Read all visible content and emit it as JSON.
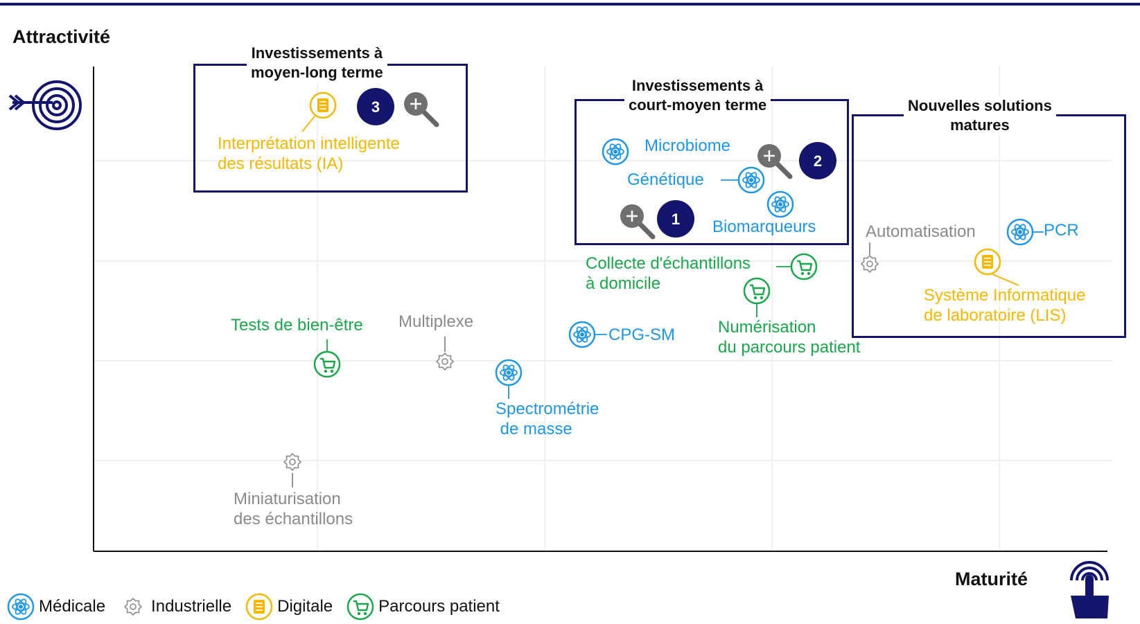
{
  "chart_data": {
    "type": "scatter",
    "y_axis_title": "Attractivité",
    "x_axis_title": "Maturité",
    "grid": true,
    "categories_colors": {
      "medicale": "#1e96e6",
      "industrielle": "#8a8a8a",
      "digitale": "#f5b800",
      "parcours": "#1aa64a"
    },
    "zones": [
      {
        "title": "Investissements à moyen-long terme",
        "title_lines": [
          "Investissements à",
          "moyen-long terme"
        ],
        "badge": "3"
      },
      {
        "title": "Investissements à court-moyen terme",
        "title_lines": [
          "Investissements à",
          "court-moyen terme"
        ],
        "badge": "2"
      },
      {
        "title": "Nouvelles solutions matures",
        "title_lines": [
          "Nouvelles solutions",
          "matures"
        ]
      }
    ],
    "extra_badges": [
      "1"
    ],
    "points": [
      {
        "lines": [
          "Interprétation intelligente",
          "des résultats (IA)"
        ],
        "category": "digitale"
      },
      {
        "lines": [
          "Microbiome"
        ],
        "category": "medicale"
      },
      {
        "lines": [
          "Génétique"
        ],
        "category": "medicale"
      },
      {
        "lines": [
          "Biomarqueurs"
        ],
        "category": "medicale"
      },
      {
        "lines": [
          "Automatisation"
        ],
        "category": "industrielle"
      },
      {
        "lines": [
          "PCR"
        ],
        "category": "medicale"
      },
      {
        "lines": [
          "Système Informatique",
          "de laboratoire (LIS)"
        ],
        "category": "digitale"
      },
      {
        "lines": [
          "Collecte d'échantillons",
          "à domicile"
        ],
        "category": "parcours"
      },
      {
        "lines": [
          "Numérisation",
          "du parcours patient"
        ],
        "category": "parcours"
      },
      {
        "lines": [
          "CPG-SM"
        ],
        "category": "medicale"
      },
      {
        "lines": [
          "Tests de bien-être"
        ],
        "category": "parcours"
      },
      {
        "lines": [
          "Multiplexe"
        ],
        "category": "industrielle"
      },
      {
        "lines": [
          "Spectrométrie",
          " de masse"
        ],
        "category": "medicale"
      },
      {
        "lines": [
          "Miniaturisation",
          "des échantillons"
        ],
        "category": "industrielle"
      }
    ],
    "legend": [
      {
        "label": "Médicale",
        "category": "medicale"
      },
      {
        "label": "Industrielle",
        "category": "industrielle"
      },
      {
        "label": "Digitale",
        "category": "digitale"
      },
      {
        "label": "Parcours patient",
        "category": "parcours"
      }
    ]
  }
}
